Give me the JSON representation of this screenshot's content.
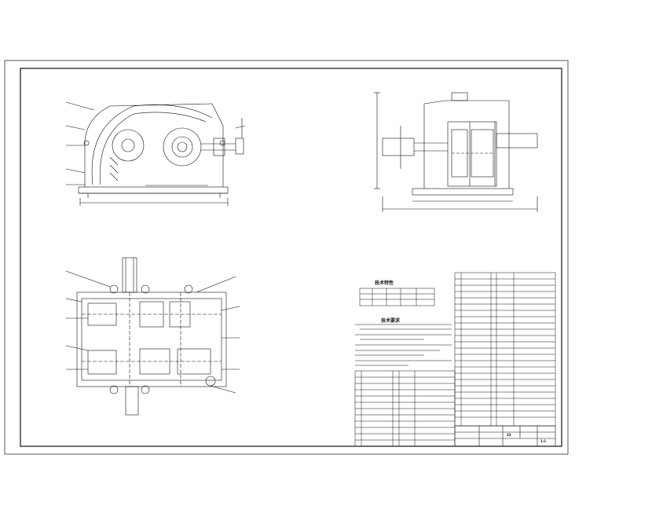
{
  "drawing": {
    "type": "gear reducer assembly drawing",
    "line_color": "#111111",
    "background": "#ffffff"
  },
  "tech_params": {
    "title": "技术特性"
  },
  "tech_requirements": {
    "title": "技术要求"
  },
  "title_block": {
    "values": [
      "23",
      "1:1"
    ]
  },
  "icons": [
    "front-view",
    "side-view",
    "top-view",
    "parts-list",
    "title-block"
  ]
}
